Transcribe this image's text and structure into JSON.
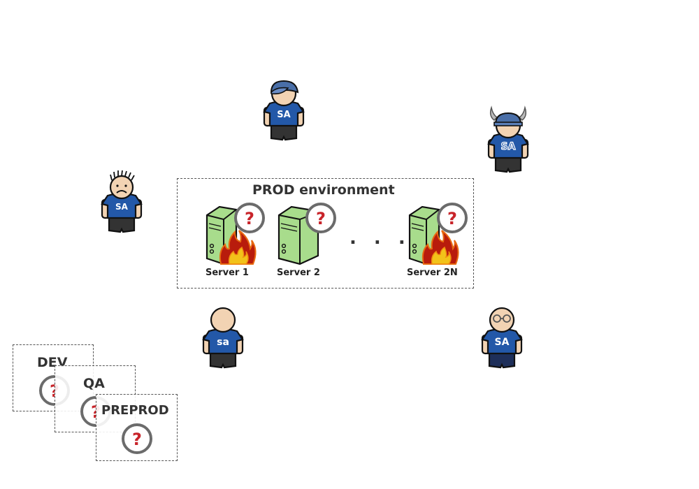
{
  "prod": {
    "title": "PROD environment",
    "ellipsis": ". . .",
    "servers": [
      {
        "label": "Server 1",
        "on_fire": true,
        "status": "unknown"
      },
      {
        "label": "Server 2",
        "on_fire": false,
        "status": "unknown"
      },
      {
        "label": "Server 2N",
        "on_fire": true,
        "status": "unknown"
      }
    ]
  },
  "other_envs": [
    {
      "label": "DEV",
      "status": "unknown"
    },
    {
      "label": "QA",
      "status": "unknown"
    },
    {
      "label": "PREPROD",
      "status": "unknown"
    }
  ],
  "people": [
    {
      "id": "cap",
      "shirt": "SA",
      "variant": "cap"
    },
    {
      "id": "viking",
      "shirt": "SA",
      "variant": "viking-helmet"
    },
    {
      "id": "sad",
      "shirt": "SA",
      "variant": "spiky-hair-sad"
    },
    {
      "id": "bald",
      "shirt": "sa",
      "variant": "bald"
    },
    {
      "id": "glasses",
      "shirt": "SA",
      "variant": "glasses"
    }
  ],
  "question_mark": "?",
  "colors": {
    "shirt": "#2358a8",
    "skin": "#f2d3b3",
    "pants": "#333333",
    "server": "#a8dc8c",
    "question": "#c8242a",
    "ring": "#6b6b6b",
    "helmet": "#4a6fa8"
  }
}
